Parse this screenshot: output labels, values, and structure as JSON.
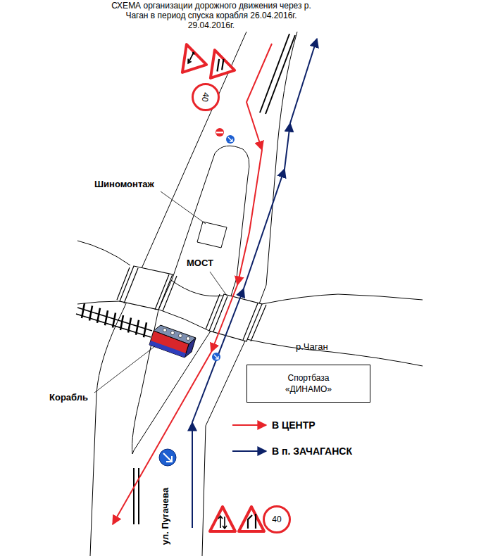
{
  "diagram": {
    "title": "СХЕМА организации дорожного движения через р. Чаган в период спуска корабля 26.04.2016г. 29.04.2016г.",
    "nodes": [
      {
        "text": [
          "40"
        ]
      },
      {
        "text": [
          "Спортбаза «ДИНАМО»"
        ]
      },
      {
        "text": [
          "40"
        ]
      }
    ],
    "labels": [
      "Шиномонтаж",
      "МОСТ",
      "р.Чаган",
      "Корабль",
      "ул. Пугачева"
    ],
    "legend": [
      {
        "text": "В ЦЕНТР"
      },
      {
        "text": "В п. ЗАЧАГАНСК"
      }
    ]
  }
}
